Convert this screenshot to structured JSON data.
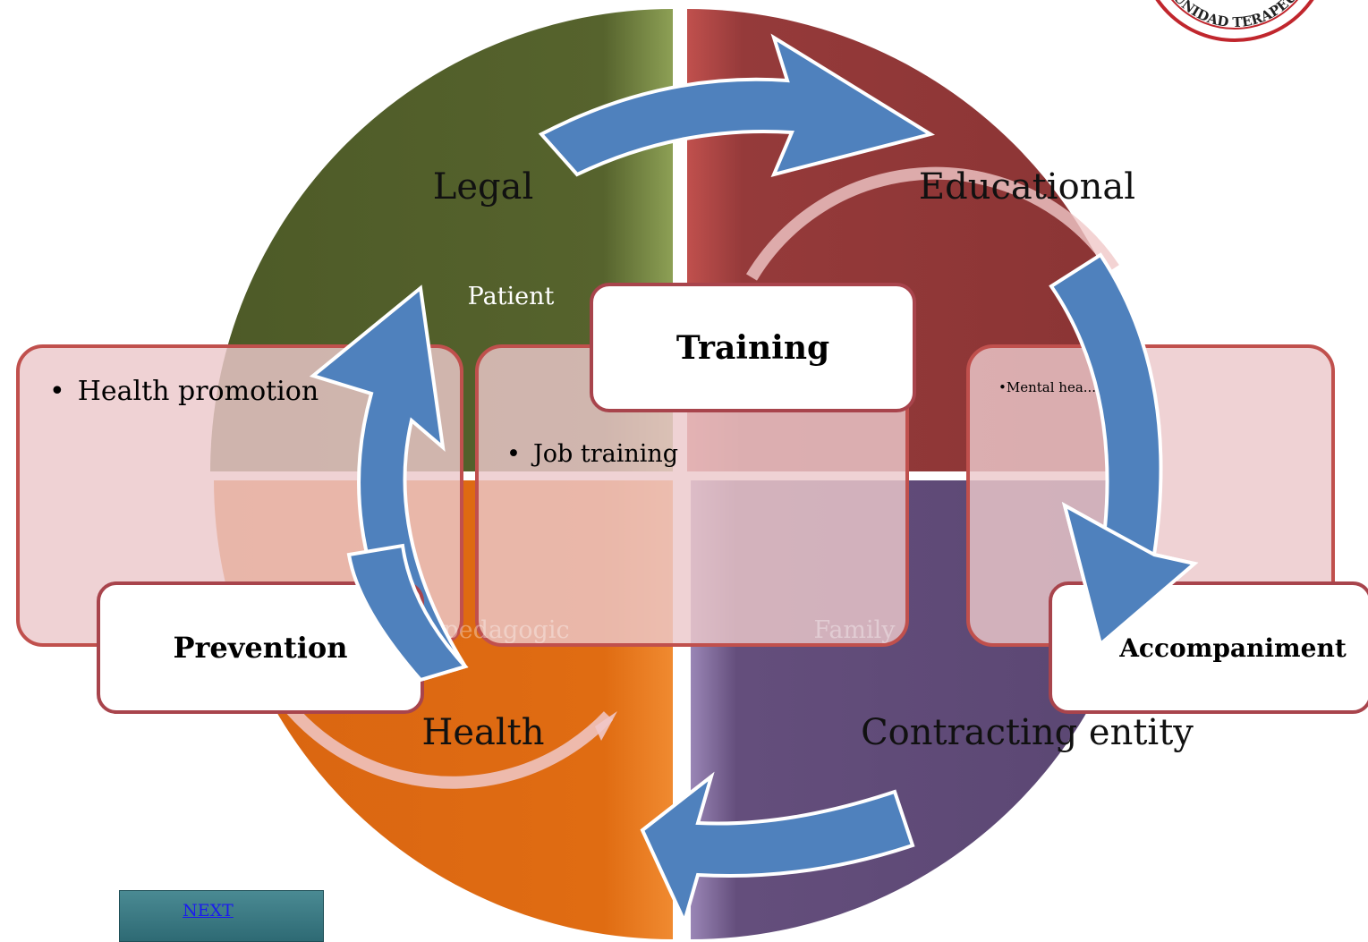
{
  "quadrants": {
    "legal": "Legal",
    "educational": "Educational",
    "health": "Health",
    "contracting": "Contracting entity"
  },
  "inner_labels": {
    "patient": "Patient",
    "pedagogic": "pedagogic",
    "family": "Family"
  },
  "boxes": {
    "training": "Training",
    "prevention": "Prevention",
    "accompaniment": "Accompaniment"
  },
  "bullets": {
    "health_promotion": "Health promotion",
    "job_training": "Job training",
    "mental_health": "Mental hea..."
  },
  "seal_text": "UNIDAD TERAPEUT",
  "next_link": "NEXT",
  "colors": {
    "legal": "#56632d",
    "educational": "#953a3a",
    "health": "#df6c12",
    "contracting": "#644e7c",
    "arrow": "#4f81bd",
    "box_border": "#c0504d"
  }
}
